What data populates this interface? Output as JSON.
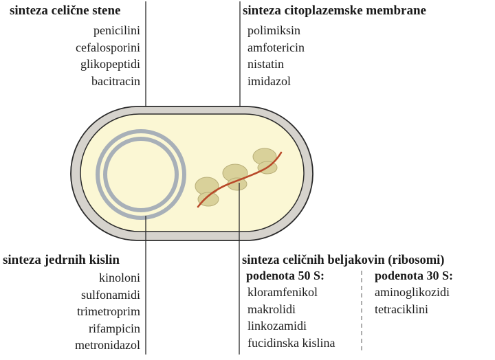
{
  "cell_wall": {
    "heading": "sinteza celične stene",
    "drugs": [
      "penicilini",
      "cefalosporini",
      "glikopeptidi",
      "bacitracin"
    ]
  },
  "membrane": {
    "heading": "sinteza citoplazemske membrane",
    "drugs": [
      "polimiksin",
      "amfotericin",
      "nistatin",
      "imidazol"
    ]
  },
  "nucleic_acids": {
    "heading": "sinteza jedrnih kislin",
    "drugs": [
      "kinoloni",
      "sulfonamidi",
      "trimetroprim",
      "rifampicin",
      "metronidazol"
    ]
  },
  "proteins": {
    "heading": "sinteza celičnih beljakovin (ribosomi)",
    "subunit_50s": {
      "label": "podenota 50 S:",
      "drugs": [
        "kloramfenikol",
        "makrolidi",
        "linkozamidi",
        "fucidinska kislina"
      ]
    },
    "subunit_30s": {
      "label": "podenota 30 S:",
      "drugs": [
        "aminoglikozidi",
        "tetraciklini"
      ]
    }
  },
  "colors": {
    "cell_wall": "#d6d3cd",
    "cytoplasm": "#fbf7d4",
    "outline": "#2b2b2b",
    "dna_ring": "#a8b0b8",
    "ribosome": "#d9d19a",
    "mrna": "#b94a2a"
  }
}
